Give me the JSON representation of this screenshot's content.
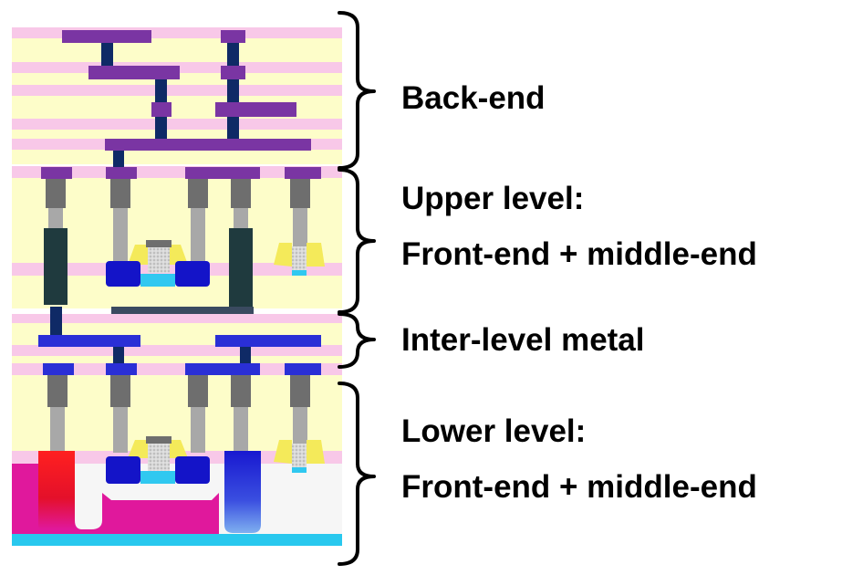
{
  "labels": {
    "back_end": "Back-end",
    "upper_level_line1": "Upper level:",
    "upper_level_line2": "Front-end + middle-end",
    "inter_level_metal": "Inter-level metal",
    "lower_level_line1": "Lower level:",
    "lower_level_line2": "Front-end + middle-end"
  },
  "colors": {
    "oxide_yellow": "#fdfdc9",
    "dielectric_pink": "#f8c8e8",
    "metal_purple": "#7a35a3",
    "via_navy": "#0f2a66",
    "metal_blue": "#2a2fd6",
    "contact_gray": "#7a7a7a",
    "liner_dark": "#1f3a3e",
    "substrate_magenta": "#e0189c",
    "substrate_cyan": "#29c8ee",
    "well_red": "#e4102a",
    "bracket": "#000000"
  }
}
